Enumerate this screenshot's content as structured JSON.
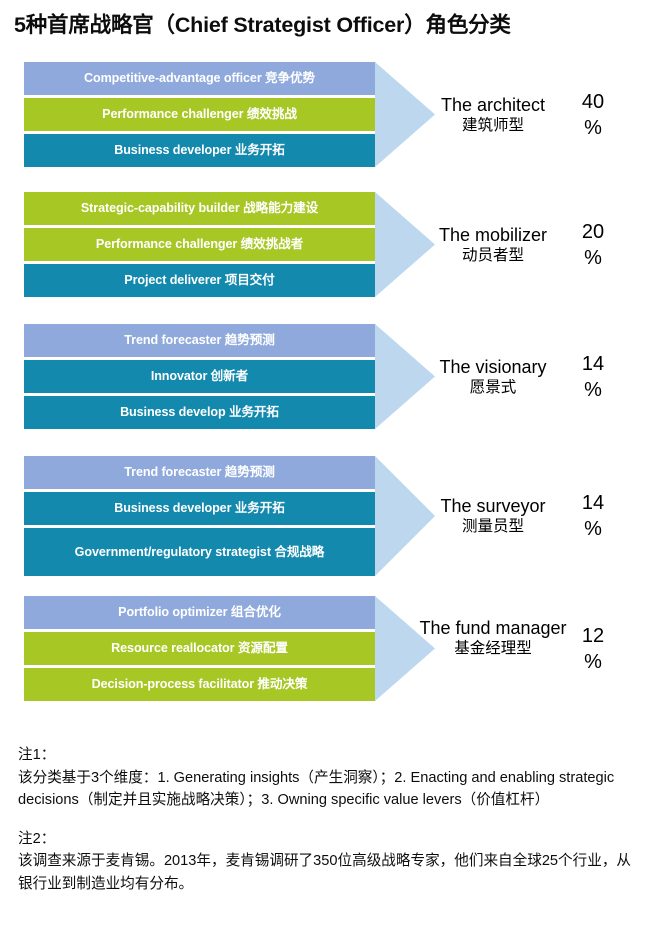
{
  "title": "5种首席战略官（Chief Strategist Officer）角色分类",
  "colors": {
    "blue": "#8fa9dc",
    "green": "#a7c725",
    "teal": "#1289ad",
    "arrow": "#bdd7ee",
    "text": "#000000"
  },
  "chart_data": {
    "type": "bar",
    "title": "5种首席战略官（Chief Strategist Officer）角色分类",
    "xlabel": "",
    "ylabel": "",
    "categories": [
      "The architect 建筑师型",
      "The mobilizer 动员者型",
      "The visionary 愿景式",
      "The surveyor 测量员型",
      "The fund manager 基金经理型"
    ],
    "values": [
      40,
      20,
      14,
      14,
      12
    ],
    "value_unit": "%",
    "legend": [
      "#8fa9dc",
      "#a7c725",
      "#1289ad"
    ],
    "note": "Each category is composed of 3 stacked role-trait bars"
  },
  "groups": [
    {
      "role_en": "The architect",
      "role_cn": "建筑师型",
      "pct_value": "40",
      "pct_unit": "%",
      "bars": [
        {
          "label": "Competitive-advantage officer 竞争优势",
          "color": "blue"
        },
        {
          "label": "Performance challenger 绩效挑战",
          "color": "green"
        },
        {
          "label": "Business developer 业务开拓",
          "color": "teal"
        }
      ]
    },
    {
      "role_en": "The mobilizer",
      "role_cn": "动员者型",
      "pct_value": "20",
      "pct_unit": "%",
      "bars": [
        {
          "label": "Strategic-capability builder 战略能力建设",
          "color": "green"
        },
        {
          "label": "Performance challenger 绩效挑战者",
          "color": "green"
        },
        {
          "label": "Project deliverer 项目交付",
          "color": "teal"
        }
      ]
    },
    {
      "role_en": "The visionary",
      "role_cn": "愿景式",
      "pct_value": "14",
      "pct_unit": "%",
      "bars": [
        {
          "label": "Trend forecaster 趋势预测",
          "color": "blue"
        },
        {
          "label": "Innovator 创新者",
          "color": "teal"
        },
        {
          "label": "Business develop 业务开拓",
          "color": "teal"
        }
      ]
    },
    {
      "role_en": "The surveyor",
      "role_cn": "测量员型",
      "pct_value": "14",
      "pct_unit": "%",
      "bars": [
        {
          "label": "Trend forecaster 趋势预测",
          "color": "blue"
        },
        {
          "label": "Business developer 业务开拓",
          "color": "teal"
        },
        {
          "label": "Government/regulatory strategist 合规战略",
          "color": "teal",
          "tall": true
        }
      ]
    },
    {
      "role_en": "The fund manager",
      "role_cn": "基金经理型",
      "pct_value": "12",
      "pct_unit": "%",
      "bars": [
        {
          "label": "Portfolio optimizer 组合优化",
          "color": "blue"
        },
        {
          "label": "Resource reallocator 资源配置",
          "color": "green"
        },
        {
          "label": "Decision-process facilitator 推动决策",
          "color": "green"
        }
      ]
    }
  ],
  "notes": [
    {
      "label": "注1：",
      "body": "该分类基于3个维度：1. Generating insights（产生洞察）；2. Enacting and enabling strategic decisions（制定并且实施战略决策）；3. Owning specific value levers（价值杠杆）"
    },
    {
      "label": "注2：",
      "body": "该调查来源于麦肯锡。2013年，麦肯锡调研了350位高级战略专家，他们来自全球25个行业，从银行业到制造业均有分布。"
    }
  ]
}
